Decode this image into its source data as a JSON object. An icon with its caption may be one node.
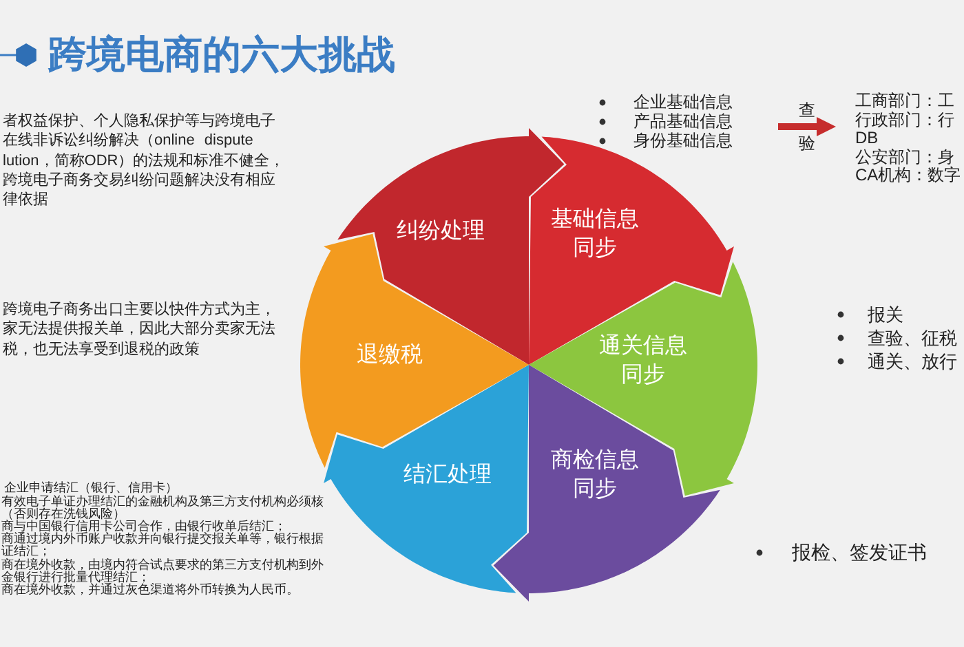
{
  "diagram": {
    "title": "跨境电商的六大挑战",
    "nodes": [
      {
        "text": [
          "纠纷处理"
        ],
        "beside": [
          "者权益保护、个人隐私保护等与跨境电子在线非诉讼纠纷解决（online dispute lution，简称ODR）的法规和标准不健全，跨境电子商务交易纠纷问题解决没有相应律依据"
        ]
      },
      {
        "text": [
          "基础信息同步"
        ]
      },
      {
        "text": [
          "通关信息同步"
        ],
        "beside": [
          "报关",
          "查验、征税",
          "通关、放行"
        ]
      },
      {
        "text": [
          "商检信息同步"
        ],
        "beside": [
          "报检、签发证书"
        ]
      },
      {
        "text": [
          "结汇处理"
        ],
        "beside": [
          "企业申请结汇（银行、信用卡）",
          "有效电子单证办理结汇的金融机构及第三方支付机构必须核（否则存在洗钱风险）",
          "商与中国银行信用卡公司合作，由银行收单后结汇；",
          "商通过境内外币账户收款并向银行提交报关单等，银行根据证结汇；",
          "商在境外收款，由境内符合试点要求的第三方支付机构到外金银行进行批量代理结汇；",
          "商在境外收款，并通过灰色渠道将外币转换为人民币。"
        ]
      },
      {
        "text": [
          "退缴税"
        ],
        "beside": [
          "跨境电子商务出口主要以快件方式为主，家无法提供报关单，因此大部分卖家无法税，也无法享受到退税的政策"
        ]
      },
      {
        "text": [
          "企业基础信息",
          "产品基础信息",
          "身份基础信息"
        ]
      },
      {
        "text": [
          "工商部门：工",
          "行政部门：行",
          "DB",
          "公安部门：身",
          "CA机构：数字"
        ]
      }
    ],
    "edges": [
      {
        "from": 6,
        "to": 7,
        "arrow": "to",
        "label": "查验",
        "color": "#c62d2d"
      }
    ]
  }
}
